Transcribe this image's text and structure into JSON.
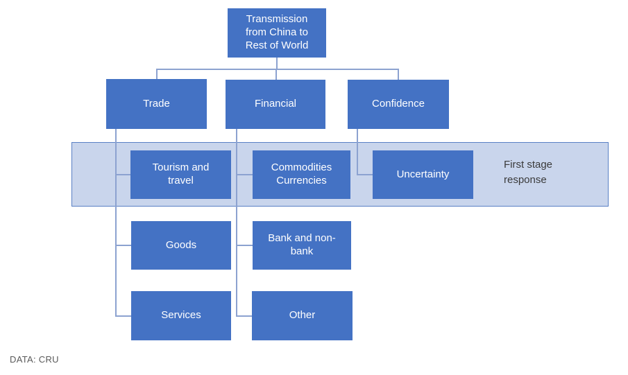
{
  "palette": {
    "node_fill": "#4472c4",
    "node_text": "#ffffff",
    "band_fill": "#c9d5ec",
    "band_border": "#587fc4",
    "connector": "#8ca2d0",
    "band_label_text": "#3a3a3a",
    "caption_text": "#595959",
    "background": "#ffffff"
  },
  "nodes": {
    "root": "Transmission\nfrom China to\nRest of World",
    "trade": "Trade",
    "financial": "Financial",
    "confidence": "Confidence",
    "tourism": "Tourism and\ntravel",
    "commodities": "Commodities\nCurrencies",
    "uncertainty": "Uncertainty",
    "goods": "Goods",
    "bank": "Bank and non-\nbank",
    "services": "Services",
    "other": "Other"
  },
  "band": {
    "label": "First stage\nresponse"
  },
  "caption": "DATA: CRU",
  "edges": [
    {
      "from": "Transmission from China to Rest of World",
      "to": "Trade"
    },
    {
      "from": "Transmission from China to Rest of World",
      "to": "Financial"
    },
    {
      "from": "Transmission from China to Rest of World",
      "to": "Confidence"
    },
    {
      "from": "Trade",
      "to": "Tourism and travel"
    },
    {
      "from": "Trade",
      "to": "Goods"
    },
    {
      "from": "Trade",
      "to": "Services"
    },
    {
      "from": "Financial",
      "to": "Commodities Currencies"
    },
    {
      "from": "Financial",
      "to": "Bank and non-bank"
    },
    {
      "from": "Financial",
      "to": "Other"
    },
    {
      "from": "Confidence",
      "to": "Uncertainty"
    }
  ],
  "first_stage_response_members": [
    "Tourism and travel",
    "Commodities Currencies",
    "Uncertainty"
  ]
}
